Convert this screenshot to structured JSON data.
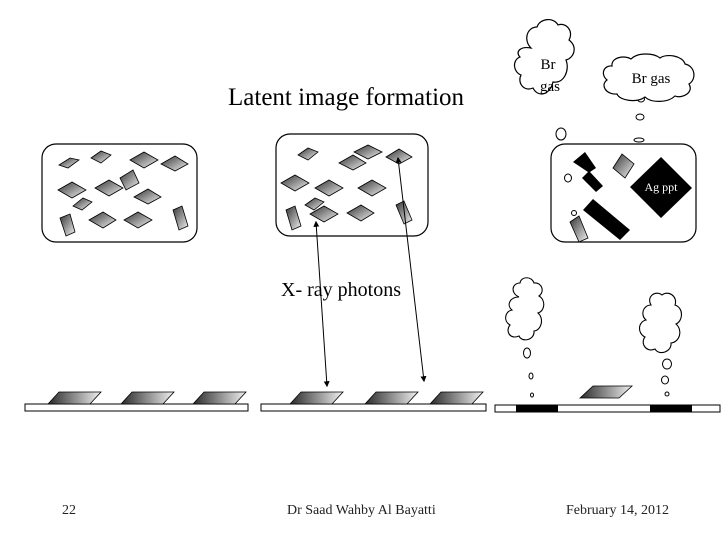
{
  "slide": {
    "title": "Latent image formation",
    "xray_label": "X- ray photons",
    "br_gas_cloud_top": [
      "Br",
      "gas"
    ],
    "br_gas_cloud_right": "Br gas",
    "ag_ppt_label": "Ag ppt"
  },
  "footer": {
    "page_number": "22",
    "author": "Dr Saad Wahby Al Bayatti",
    "date": "February 14, 2012"
  },
  "colors": {
    "crystal_dark": "#555555",
    "crystal_light": "#eeeeee",
    "silver_black": "#000000",
    "outline": "#000000"
  }
}
